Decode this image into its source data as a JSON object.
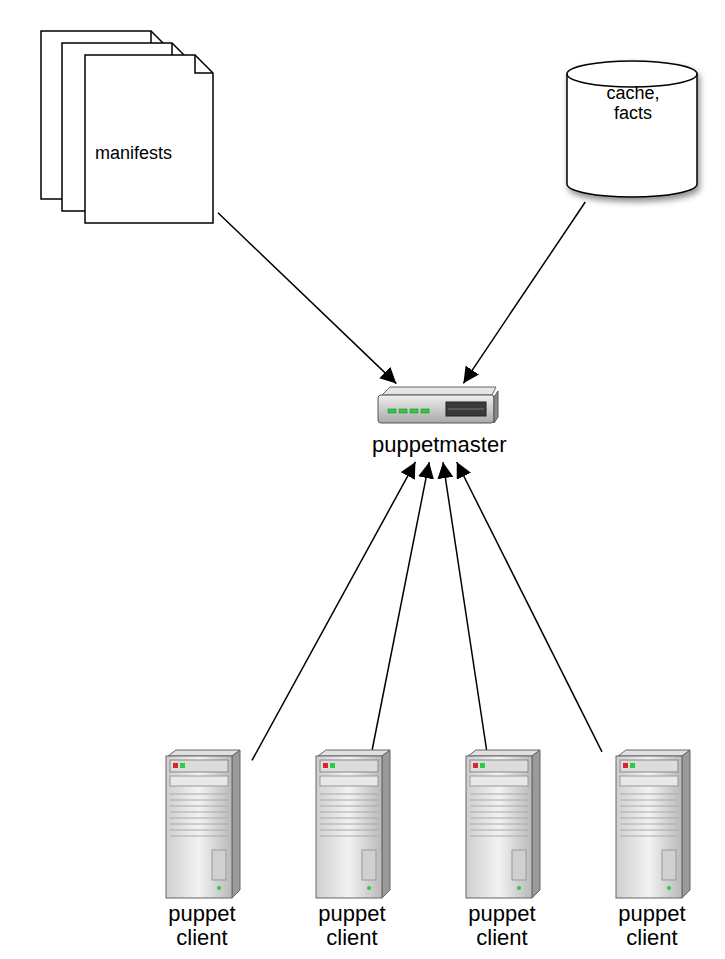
{
  "diagram": {
    "nodes": [
      {
        "text": [
          "manifests"
        ]
      },
      {
        "text": [
          "cache, facts"
        ]
      },
      {
        "text": [
          "puppetmaster"
        ]
      },
      {
        "text": [
          "puppet client"
        ]
      },
      {
        "text": [
          "puppet client"
        ]
      },
      {
        "text": [
          "puppet client"
        ]
      },
      {
        "text": [
          "puppet client"
        ]
      }
    ],
    "edges": [
      {
        "from": 0,
        "to": 2,
        "arrow": "to"
      },
      {
        "from": 1,
        "to": 2,
        "arrow": "to"
      },
      {
        "from": 3,
        "to": 2,
        "arrow": "to"
      },
      {
        "from": 4,
        "to": 2,
        "arrow": "to"
      },
      {
        "from": 5,
        "to": 2,
        "arrow": "to"
      },
      {
        "from": 6,
        "to": 2,
        "arrow": "to"
      }
    ]
  }
}
